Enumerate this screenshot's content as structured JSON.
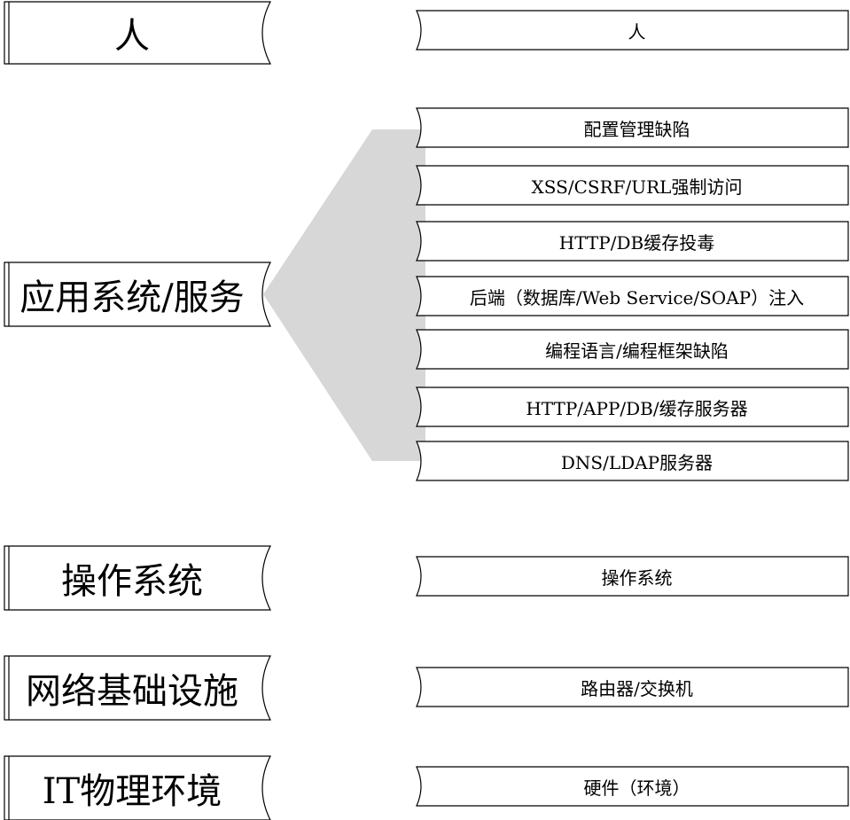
{
  "colors": {
    "stroke": "#000000",
    "fill": "#ffffff",
    "connector": "#d7d7d7"
  },
  "layers": [
    {
      "name": "人",
      "items": [
        "人"
      ]
    },
    {
      "name": "应用系统/服务",
      "items": [
        "配置管理缺陷",
        "XSS/CSRF/URL强制访问",
        "HTTP/DB缓存投毒",
        "后端（数据库/Web Service/SOAP）注入",
        "编程语言/编程框架缺陷",
        "HTTP/APP/DB/缓存服务器",
        "DNS/LDAP服务器"
      ]
    },
    {
      "name": "操作系统",
      "items": [
        "操作系统"
      ]
    },
    {
      "name": "网络基础设施",
      "items": [
        "路由器/交换机"
      ]
    },
    {
      "name": "IT物理环境",
      "items": [
        "硬件（环境）"
      ]
    }
  ]
}
